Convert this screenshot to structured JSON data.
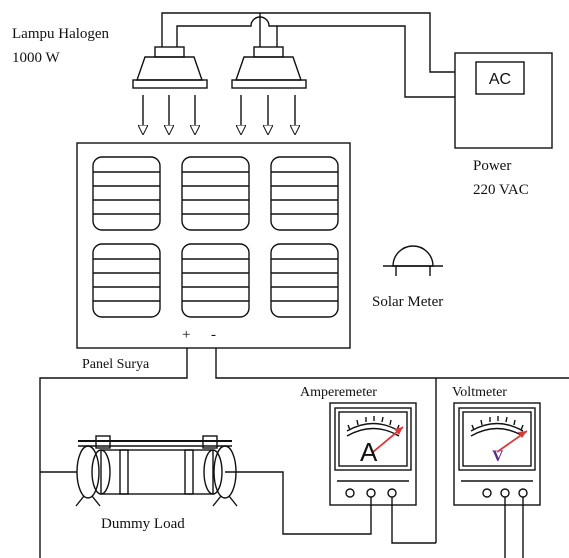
{
  "labels": {
    "lamp_line1": "Lampu Halogen",
    "lamp_line2": "1000 W",
    "ac": "AC",
    "power_line1": "Power",
    "power_line2": "220 VAC",
    "solar_meter": "Solar Meter",
    "panel": "Panel Surya",
    "plus": "+",
    "minus": "-",
    "amperemeter": "Amperemeter",
    "voltmeter": "Voltmeter",
    "ammeter_letter": "A",
    "voltmeter_letter": "V",
    "dummy_load": "Dummy Load"
  },
  "colors": {
    "line": "#111111",
    "needle": "#d93a3a",
    "voltmeter_letter": "#5a2a8a"
  }
}
